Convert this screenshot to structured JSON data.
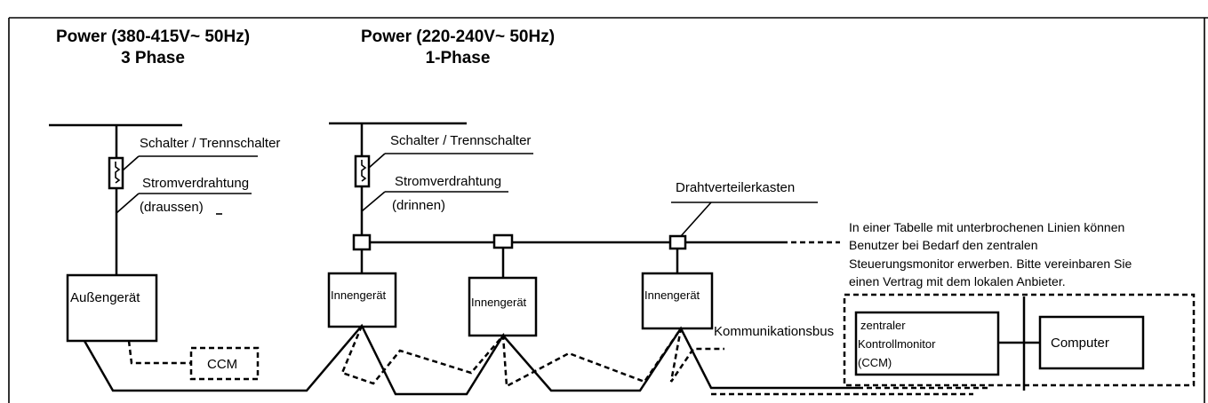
{
  "headers": {
    "power_3phase_line1": "Power (380-415V~ 50Hz)",
    "power_3phase_line2": "3 Phase",
    "power_1phase_line1": "Power (220-240V~ 50Hz)",
    "power_1phase_line2": "1-Phase"
  },
  "left_branch": {
    "switch_label": "Schalter / Trennschalter",
    "wiring_label_line1": "Stromverdrahtung",
    "wiring_label_line2": "(draussen)"
  },
  "right_branch": {
    "switch_label": "Schalter / Trennschalter",
    "wiring_label_line1": "Stromverdrahtung",
    "wiring_label_line2": "(drinnen)"
  },
  "distribution_box_label": "Drahtverteilerkasten",
  "note_lines": [
    "In einer Tabelle mit unterbrochenen Linien können",
    "Benutzer bei Bedarf den zentralen",
    "Steuerungsmonitor erwerben. Bitte vereinbaren Sie",
    "einen Vertrag mit dem lokalen Anbieter."
  ],
  "units": {
    "outdoor": "Außengerät",
    "indoor_1": "Innengerät",
    "indoor_2": "Innengerät",
    "indoor_3": "Innengerät",
    "ccm_small": "CCM",
    "central_monitor_line1": "zentraler",
    "central_monitor_line2": "Kontrollmonitor",
    "central_monitor_line3": "(CCM)",
    "computer": "Computer"
  },
  "bus_label": "Kommunikationsbus"
}
